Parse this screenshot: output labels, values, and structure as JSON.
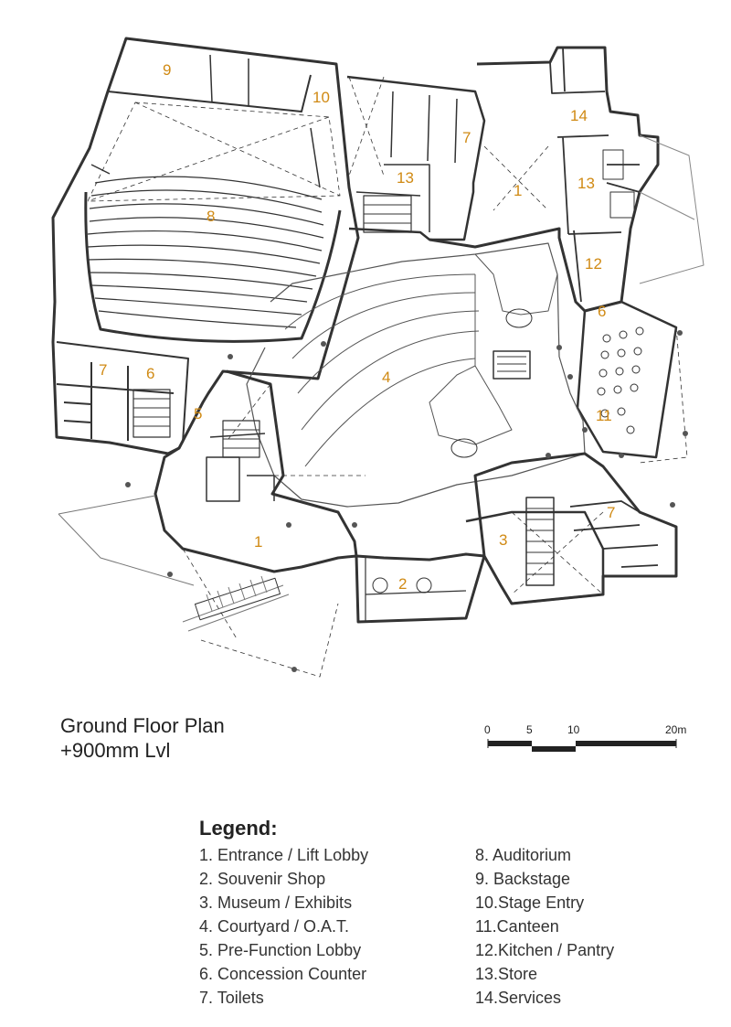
{
  "drawing": {
    "title": "Ground Floor Plan",
    "level": "+900mm Lvl"
  },
  "scale_bar": {
    "labels": [
      "0",
      "5",
      "10",
      "20m"
    ]
  },
  "room_numbers": [
    "9",
    "10",
    "7",
    "14",
    "13",
    "1",
    "13",
    "8",
    "12",
    "6",
    "4",
    "7",
    "6",
    "5",
    "11",
    "7",
    "3",
    "1",
    "2"
  ],
  "legend": {
    "heading": "Legend:",
    "left_items": [
      "1.  Entrance / Lift Lobby",
      "2.  Souvenir Shop",
      "3.  Museum / Exhibits",
      "4.  Courtyard / O.A.T.",
      "5.  Pre-Function Lobby",
      "6.  Concession Counter",
      "7.  Toilets"
    ],
    "right_items": [
      "8.  Auditorium",
      "9.  Backstage",
      "10.Stage Entry",
      "11.Canteen",
      "12.Kitchen / Pantry",
      "13.Store",
      "14.Services"
    ]
  },
  "colors": {
    "room_number": "#d08a14",
    "line": "#333333"
  }
}
